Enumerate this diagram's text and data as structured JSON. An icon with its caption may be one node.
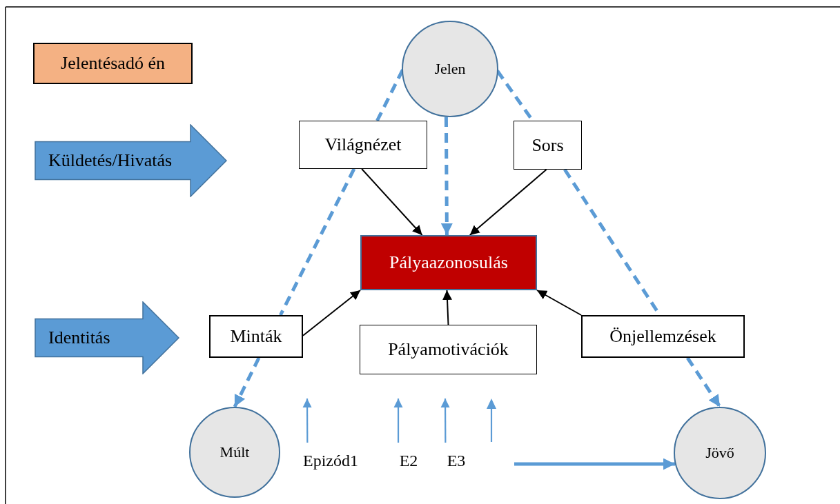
{
  "diagram": {
    "nodes": [
      {
        "text": [
          "Jelentésadó én"
        ]
      },
      {
        "text": [
          "Küldetés/Hivatás"
        ]
      },
      {
        "text": [
          "Jelen"
        ]
      },
      {
        "text": [
          "Világnézet"
        ]
      },
      {
        "text": [
          "Sors"
        ]
      },
      {
        "text": [
          "Pályaazonosulás"
        ]
      },
      {
        "text": [
          "Identitás"
        ]
      },
      {
        "text": [
          "Minták"
        ]
      },
      {
        "text": [
          "Pályamotivációk"
        ]
      },
      {
        "text": [
          "Önjellemzések"
        ]
      },
      {
        "text": [
          "Múlt"
        ]
      },
      {
        "text": [
          "Epizód1"
        ]
      },
      {
        "text": [
          "E2"
        ]
      },
      {
        "text": [
          "E3"
        ]
      },
      {
        "text": [
          "Jövő"
        ]
      }
    ],
    "edges": [
      {
        "from": 2,
        "to": 3,
        "arrow": "none",
        "style": "dashed"
      },
      {
        "from": 3,
        "to": 7,
        "arrow": "none",
        "style": "dashed"
      },
      {
        "from": 7,
        "to": 10,
        "arrow": "to",
        "style": "dashed"
      },
      {
        "from": 2,
        "to": 5,
        "arrow": "to",
        "style": "dashed"
      },
      {
        "from": 2,
        "to": 4,
        "arrow": "none",
        "style": "dashed"
      },
      {
        "from": 4,
        "to": 9,
        "arrow": "none",
        "style": "dashed"
      },
      {
        "from": 9,
        "to": 14,
        "arrow": "to",
        "style": "dashed"
      },
      {
        "from": 3,
        "to": 5,
        "arrow": "to",
        "color": "#000000"
      },
      {
        "from": 4,
        "to": 5,
        "arrow": "to",
        "color": "#000000"
      },
      {
        "from": 7,
        "to": 5,
        "arrow": "to",
        "color": "#000000"
      },
      {
        "from": 8,
        "to": 5,
        "arrow": "to",
        "color": "#000000"
      },
      {
        "from": 9,
        "to": 5,
        "arrow": "to",
        "color": "#000000"
      },
      {
        "from": 11,
        "to": null,
        "arrow": "to"
      },
      {
        "from": 12,
        "to": null,
        "arrow": "to"
      },
      {
        "from": 13,
        "to": null,
        "arrow": "to"
      },
      {
        "from": null,
        "to": 14,
        "arrow": "to",
        "style": "thick"
      }
    ]
  }
}
